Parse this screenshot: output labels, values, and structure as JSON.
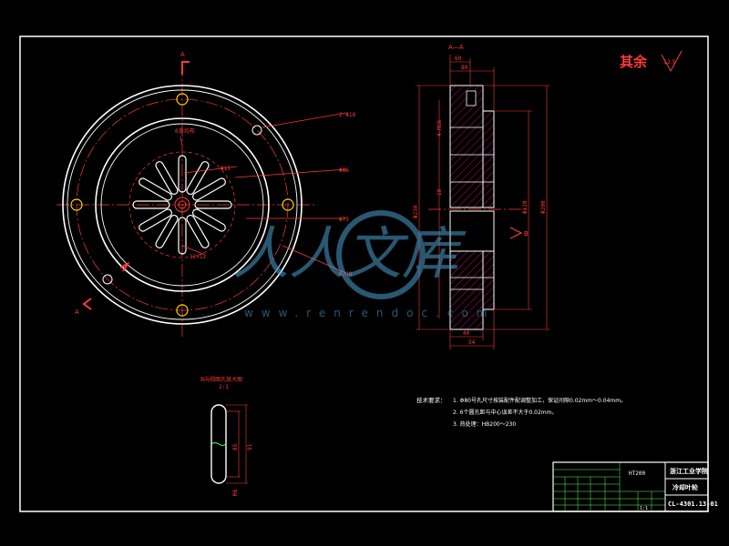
{
  "colors": {
    "background": "#000000",
    "frame": "#ffffff",
    "outline": "#ffffff",
    "centerline": "#ff3b3b",
    "dimension": "#ff3b3b",
    "bolt_hole": "#ffd400",
    "section_hatch": "#b01060",
    "note_text": "#ffffff",
    "titleblock_green": "#5aff5a",
    "watermark": "#4aa0d0"
  },
  "finish_note": {
    "label": "其余",
    "symbol": "12.5"
  },
  "section_marks": {
    "top": "A",
    "left": "A",
    "section_title": "A—A",
    "arrow_b": "B"
  },
  "front_view": {
    "callouts": {
      "bolt_holes": "2-Φ18",
      "center_slots": "6条均布",
      "dia15": "Φ15",
      "dia86": "Φ86",
      "dia73": "Φ73",
      "dia248": "Φ248",
      "slot_size": "12×12"
    }
  },
  "side_view": {
    "dims": {
      "top1": "60",
      "top2": "80",
      "v1": "4-M16",
      "v2": "10",
      "bore": "Φ120",
      "outer": "Φ200",
      "left_dia": "Φ230",
      "bottom1": "40",
      "bottom2": "54"
    }
  },
  "detail_view": {
    "title": "B向视图孔放大图",
    "scale": "2:1",
    "dim1": "85",
    "dim2": "91",
    "dim3": "R6"
  },
  "tech_notes": {
    "heading": "技术要求：",
    "lines": [
      "1. Φ80号孔尺寸按装配件配调整加工，保证间隙0.02mm～0.04mm。",
      "2. 6个圆孔距与中心误差不大于0.02mm。",
      "3. 热处理：HB200～230"
    ]
  },
  "title_block": {
    "company": "浙江工业学院",
    "part_name": "冷却叶轮",
    "drawing_no": "CL-4301.13-01",
    "material": "HT200",
    "scale": "1:1"
  },
  "watermark": {
    "text": "人人文库",
    "url": "www.renrendoc.com"
  }
}
